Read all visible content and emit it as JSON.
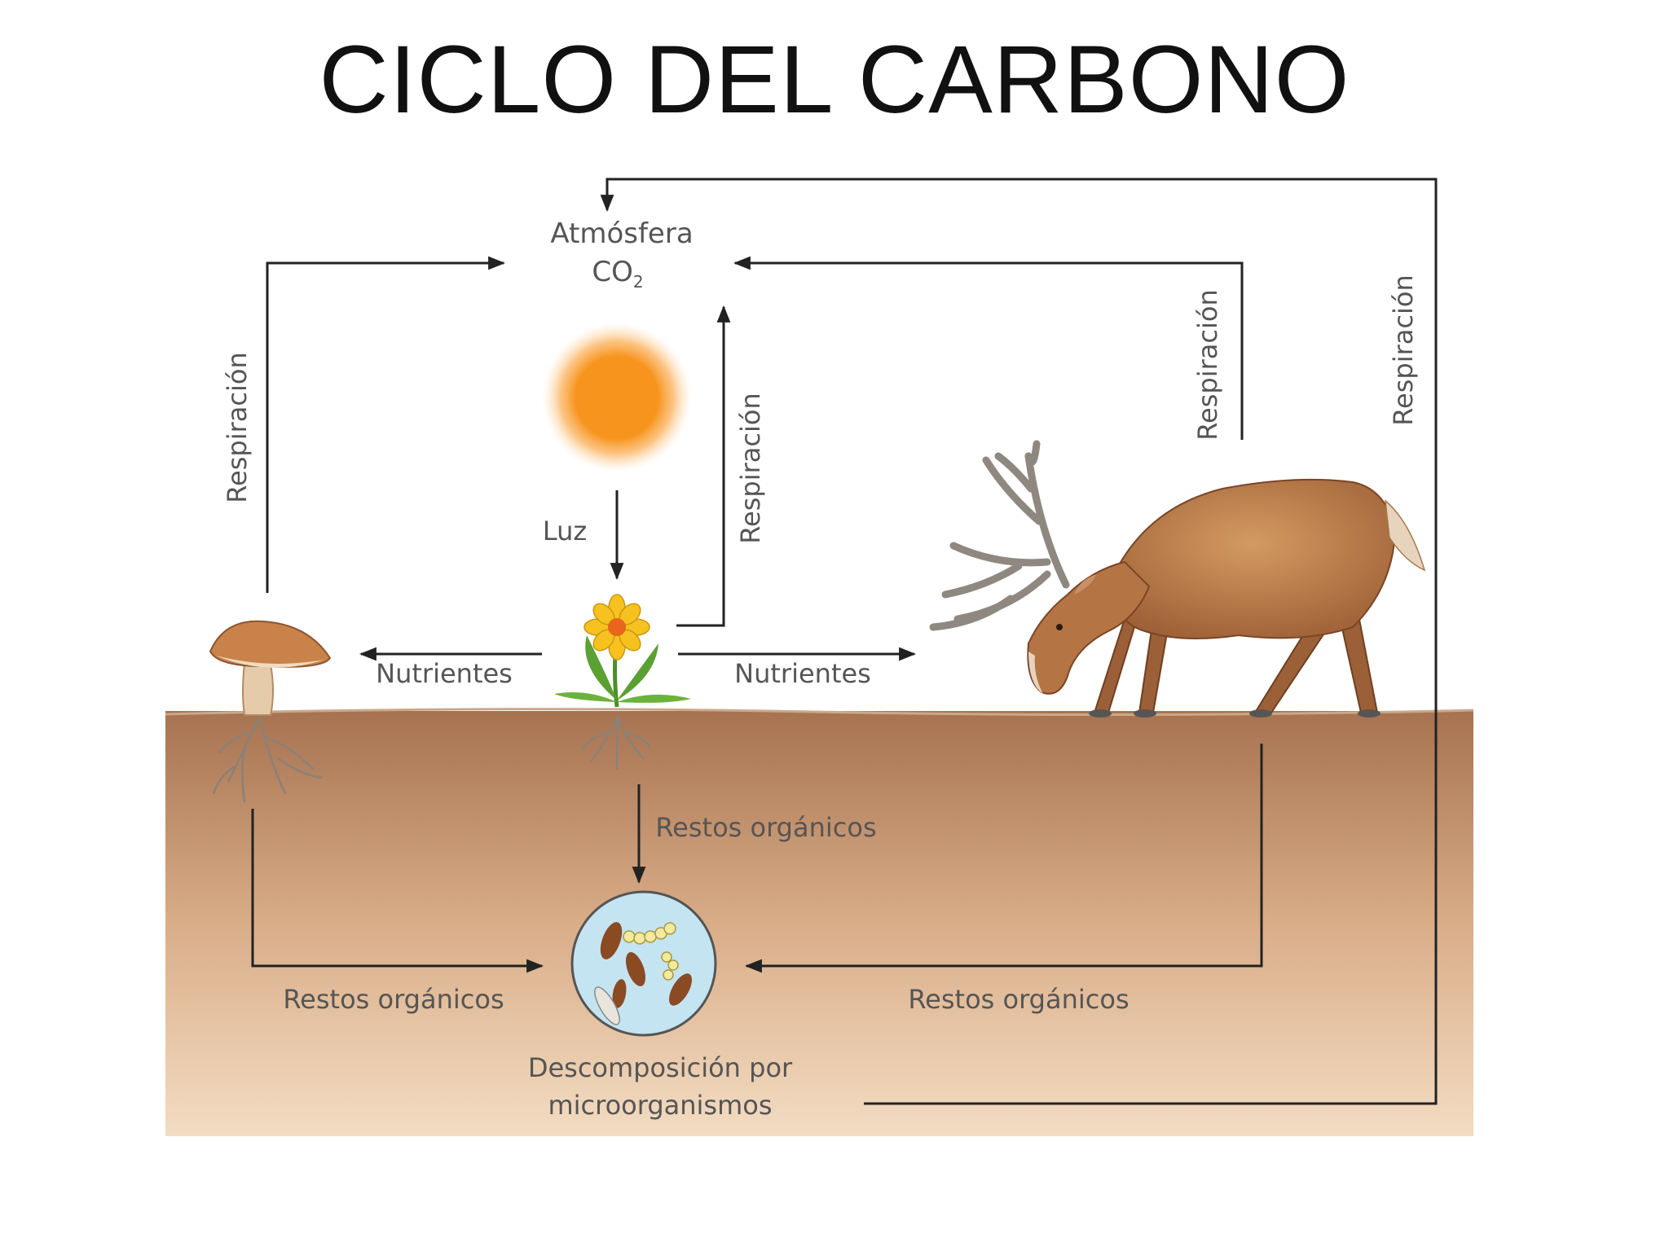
{
  "title": "CICLO DEL CARBONO",
  "labels": {
    "atmosphere": "Atmósfera",
    "co2_base": "CO",
    "co2_sub": "2",
    "light": "Luz",
    "respiration_fungus": "Respiración",
    "respiration_plant": "Respiración",
    "respiration_deer": "Respiración",
    "respiration_microbes": "Respiración",
    "nutrients_fungus": "Nutrientes",
    "nutrients_deer": "Nutrientes",
    "remains_plant": "Restos orgánicos",
    "remains_fungus": "Restos orgánicos",
    "remains_deer": "Restos orgánicos",
    "decomposition_line1": "Descomposición por",
    "decomposition_line2": "microorganismos"
  },
  "colors": {
    "arrow": "#222222",
    "label": "#555555",
    "soil_top": "#a87450",
    "soil_bottom": "#f2d9bd",
    "sun": "#f7941d",
    "deer": "#b0703f"
  }
}
